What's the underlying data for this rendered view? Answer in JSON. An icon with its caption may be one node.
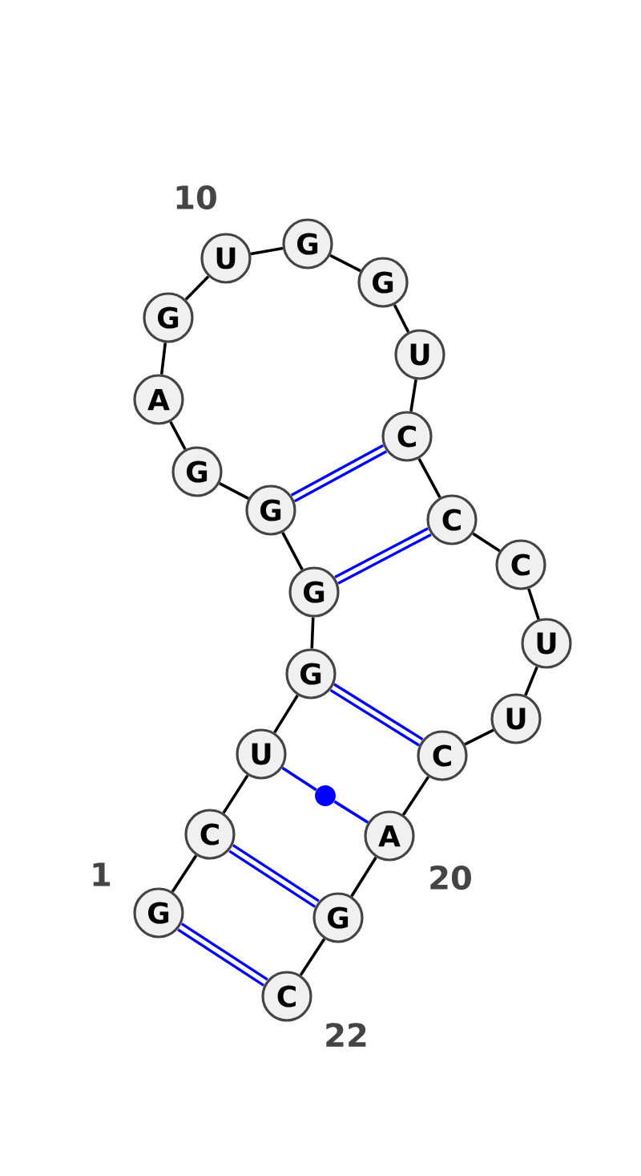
{
  "diagram": {
    "nodes": [
      {
        "text": [
          "G"
        ]
      },
      {
        "text": [
          "C"
        ]
      },
      {
        "text": [
          "U"
        ]
      },
      {
        "text": [
          "G"
        ]
      },
      {
        "text": [
          "G"
        ]
      },
      {
        "text": [
          "G"
        ]
      },
      {
        "text": [
          "G"
        ]
      },
      {
        "text": [
          "A"
        ]
      },
      {
        "text": [
          "G"
        ]
      },
      {
        "text": [
          "U"
        ]
      },
      {
        "text": [
          "G"
        ]
      },
      {
        "text": [
          "G"
        ]
      },
      {
        "text": [
          "U"
        ]
      },
      {
        "text": [
          "C"
        ]
      },
      {
        "text": [
          "C"
        ]
      },
      {
        "text": [
          "C"
        ]
      },
      {
        "text": [
          "U"
        ]
      },
      {
        "text": [
          "U"
        ]
      },
      {
        "text": [
          "C"
        ]
      },
      {
        "text": [
          "A"
        ]
      },
      {
        "text": [
          "G"
        ]
      },
      {
        "text": [
          "C"
        ]
      },
      {
        "text": [],
        "shape": "circle"
      }
    ],
    "edges": [
      {
        "from": 0,
        "to": 1,
        "arrow": "none"
      },
      {
        "from": 1,
        "to": 2,
        "arrow": "none"
      },
      {
        "from": 2,
        "to": 3,
        "arrow": "none"
      },
      {
        "from": 3,
        "to": 4,
        "arrow": "none"
      },
      {
        "from": 4,
        "to": 5,
        "arrow": "none"
      },
      {
        "from": 5,
        "to": 6,
        "arrow": "none"
      },
      {
        "from": 6,
        "to": 7,
        "arrow": "none"
      },
      {
        "from": 7,
        "to": 8,
        "arrow": "none"
      },
      {
        "from": 8,
        "to": 9,
        "arrow": "none"
      },
      {
        "from": 9,
        "to": 10,
        "arrow": "none"
      },
      {
        "from": 10,
        "to": 11,
        "arrow": "none"
      },
      {
        "from": 11,
        "to": 12,
        "arrow": "none"
      },
      {
        "from": 12,
        "to": 13,
        "arrow": "none"
      },
      {
        "from": 13,
        "to": 14,
        "arrow": "none"
      },
      {
        "from": 14,
        "to": 15,
        "arrow": "none"
      },
      {
        "from": 15,
        "to": 16,
        "arrow": "none"
      },
      {
        "from": 16,
        "to": 17,
        "arrow": "none"
      },
      {
        "from": 17,
        "to": 18,
        "arrow": "none"
      },
      {
        "from": 18,
        "to": 19,
        "arrow": "none"
      },
      {
        "from": 19,
        "to": 20,
        "arrow": "none"
      },
      {
        "from": 20,
        "to": 21,
        "arrow": "none"
      },
      {
        "from": 0,
        "to": 21,
        "arrow": "none",
        "style": "thick",
        "color": "#0000ff"
      },
      {
        "from": 1,
        "to": 20,
        "arrow": "none",
        "style": "thick",
        "color": "#0000ff"
      },
      {
        "from": 2,
        "to": 22,
        "arrow": "none",
        "color": "#0000ff"
      },
      {
        "from": 22,
        "to": 19,
        "arrow": "none",
        "color": "#0000ff"
      },
      {
        "from": 3,
        "to": 18,
        "arrow": "none",
        "style": "thick",
        "color": "#0000ff"
      },
      {
        "from": 4,
        "to": 14,
        "arrow": "none",
        "style": "thick",
        "color": "#0000ff"
      },
      {
        "from": 5,
        "to": 13,
        "arrow": "none",
        "style": "thick",
        "color": "#0000ff"
      }
    ],
    "labels": [
      "10",
      "1",
      "20",
      "22"
    ]
  }
}
